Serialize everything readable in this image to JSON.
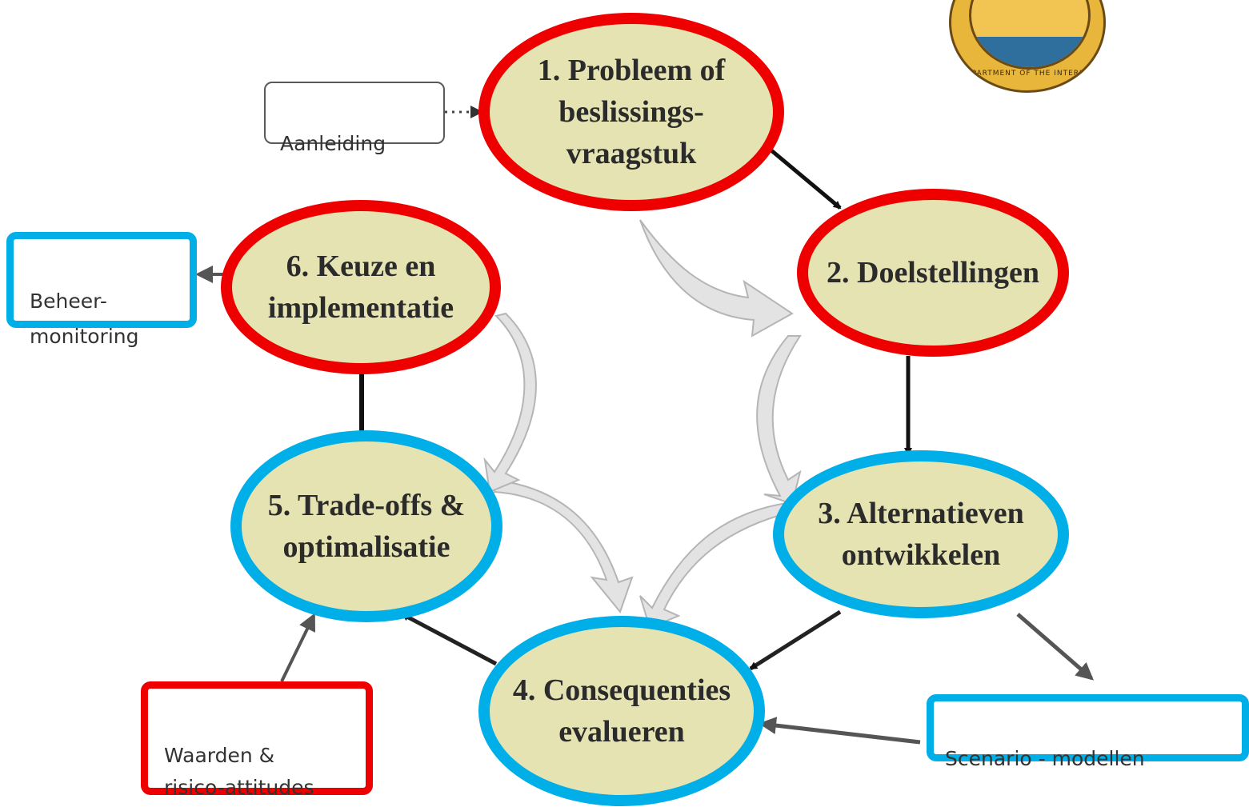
{
  "nodes": {
    "n1": "1. Probleem of\nbeslissings-\nvraagstuk",
    "n2": "2. Doelstellingen",
    "n3": "3. Alternatieven\nontwikkelen",
    "n4": "4. Consequenties\nevalueren",
    "n5": "5. Trade-offs &\noptimalisatie",
    "n6": "6. Keuze en\nimplementatie"
  },
  "boxes": {
    "aanleiding": "Aanleiding",
    "beheer": "Beheer-\nmonitoring",
    "waarden": "Waarden  &\nrisico-attitudes",
    "scenario": "Scenario - modellen"
  },
  "seal": {
    "text": "DEPARTMENT OF THE INTERIOR"
  },
  "colors": {
    "node_fill": "#e5e3b2",
    "highlight_red": "#ee0000",
    "highlight_blue": "#00aee8"
  }
}
